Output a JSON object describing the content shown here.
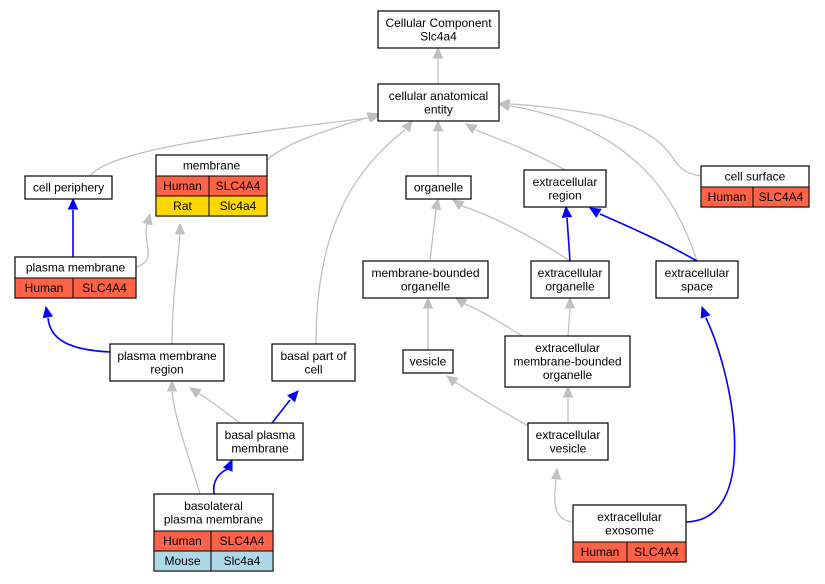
{
  "colors": {
    "human": "#ff6347",
    "rat": "#ffd700",
    "mouse": "#add8e6",
    "edge_is_a": "#c0c0c0",
    "edge_part_of": "#0000ff"
  },
  "nodes": {
    "root": [
      "Cellular Component",
      "Slc4a4"
    ],
    "entity": [
      "cellular anatomical",
      "entity"
    ],
    "membrane": [
      "membrane"
    ],
    "periphery": [
      "cell periphery"
    ],
    "organelle": [
      "organelle"
    ],
    "extracellular_region": [
      "extracellular",
      "region"
    ],
    "cell_surface": [
      "cell surface"
    ],
    "plasma_membrane": [
      "plasma membrane"
    ],
    "mb_organelle": [
      "membrane-bounded",
      "organelle"
    ],
    "ec_organelle": [
      "extracellular",
      "organelle"
    ],
    "ec_space": [
      "extracellular",
      "space"
    ],
    "pm_region": [
      "plasma membrane",
      "region"
    ],
    "basal_part": [
      "basal part of",
      "cell"
    ],
    "vesicle": [
      "vesicle"
    ],
    "ec_mb_organelle": [
      "extracellular",
      "membrane-bounded",
      "organelle"
    ],
    "basal_pm": [
      "basal plasma",
      "membrane"
    ],
    "ec_vesicle": [
      "extracellular",
      "vesicle"
    ],
    "basolateral_pm": [
      "basolateral",
      "plasma membrane"
    ],
    "exosome": [
      "extracellular",
      "exosome"
    ]
  },
  "annotations": {
    "membrane": [
      {
        "species": "Human",
        "gene": "SLC4A4",
        "color": "#ff6347"
      },
      {
        "species": "Rat",
        "gene": "Slc4a4",
        "color": "#ffd700"
      }
    ],
    "cell_surface": [
      {
        "species": "Human",
        "gene": "SLC4A4",
        "color": "#ff6347"
      }
    ],
    "plasma_membrane": [
      {
        "species": "Human",
        "gene": "SLC4A4",
        "color": "#ff6347"
      }
    ],
    "basolateral_pm": [
      {
        "species": "Human",
        "gene": "SLC4A4",
        "color": "#ff6347"
      },
      {
        "species": "Mouse",
        "gene": "Slc4a4",
        "color": "#add8e6"
      }
    ],
    "exosome": [
      {
        "species": "Human",
        "gene": "SLC4A4",
        "color": "#ff6347"
      }
    ]
  },
  "edges": [
    {
      "from": "entity",
      "to": "root",
      "type": "is_a"
    },
    {
      "from": "periphery",
      "to": "entity",
      "type": "is_a"
    },
    {
      "from": "membrane",
      "to": "entity",
      "type": "is_a"
    },
    {
      "from": "organelle",
      "to": "entity",
      "type": "is_a"
    },
    {
      "from": "extracellular_region",
      "to": "entity",
      "type": "is_a"
    },
    {
      "from": "cell_surface",
      "to": "entity",
      "type": "is_a"
    },
    {
      "from": "ec_space",
      "to": "entity",
      "type": "is_a"
    },
    {
      "from": "basal_part",
      "to": "entity",
      "type": "is_a"
    },
    {
      "from": "plasma_membrane",
      "to": "periphery",
      "type": "part_of"
    },
    {
      "from": "plasma_membrane",
      "to": "membrane",
      "type": "is_a"
    },
    {
      "from": "mb_organelle",
      "to": "organelle",
      "type": "is_a"
    },
    {
      "from": "ec_organelle",
      "to": "organelle",
      "type": "is_a"
    },
    {
      "from": "ec_organelle",
      "to": "extracellular_region",
      "type": "part_of"
    },
    {
      "from": "ec_space",
      "to": "extracellular_region",
      "type": "part_of"
    },
    {
      "from": "pm_region",
      "to": "plasma_membrane",
      "type": "part_of"
    },
    {
      "from": "pm_region",
      "to": "membrane",
      "type": "is_a"
    },
    {
      "from": "vesicle",
      "to": "mb_organelle",
      "type": "is_a"
    },
    {
      "from": "ec_mb_organelle",
      "to": "mb_organelle",
      "type": "is_a"
    },
    {
      "from": "ec_mb_organelle",
      "to": "ec_organelle",
      "type": "is_a"
    },
    {
      "from": "basal_pm",
      "to": "pm_region",
      "type": "is_a"
    },
    {
      "from": "basal_pm",
      "to": "basal_part",
      "type": "part_of"
    },
    {
      "from": "ec_vesicle",
      "to": "vesicle",
      "type": "is_a"
    },
    {
      "from": "ec_vesicle",
      "to": "ec_mb_organelle",
      "type": "is_a"
    },
    {
      "from": "basolateral_pm",
      "to": "basal_pm",
      "type": "part_of"
    },
    {
      "from": "basolateral_pm",
      "to": "pm_region",
      "type": "is_a"
    },
    {
      "from": "exosome",
      "to": "ec_vesicle",
      "type": "is_a"
    },
    {
      "from": "exosome",
      "to": "ec_space",
      "type": "part_of"
    }
  ]
}
